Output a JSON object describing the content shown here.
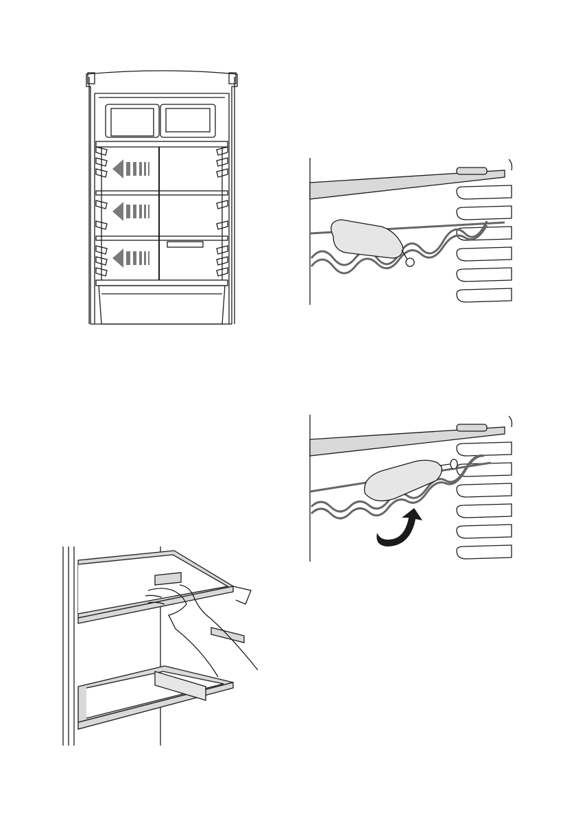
{
  "page": {
    "figures": [
      {
        "id": "fridge-interior",
        "icon": "fridge-interior-illustration"
      },
      {
        "id": "wine-rack-installed",
        "icon": "wine-rack-bottle-illustration"
      },
      {
        "id": "wine-rack-tilt",
        "icon": "wine-rack-tilt-illustration"
      },
      {
        "id": "shelf-removal",
        "icon": "shelf-removal-hand-illustration"
      }
    ],
    "colors": {
      "line": "#1a1a1a",
      "shelf_fill": "#d9d9d9",
      "arrow": "#7a7a7a",
      "bottle": "#e6e6e6"
    }
  }
}
